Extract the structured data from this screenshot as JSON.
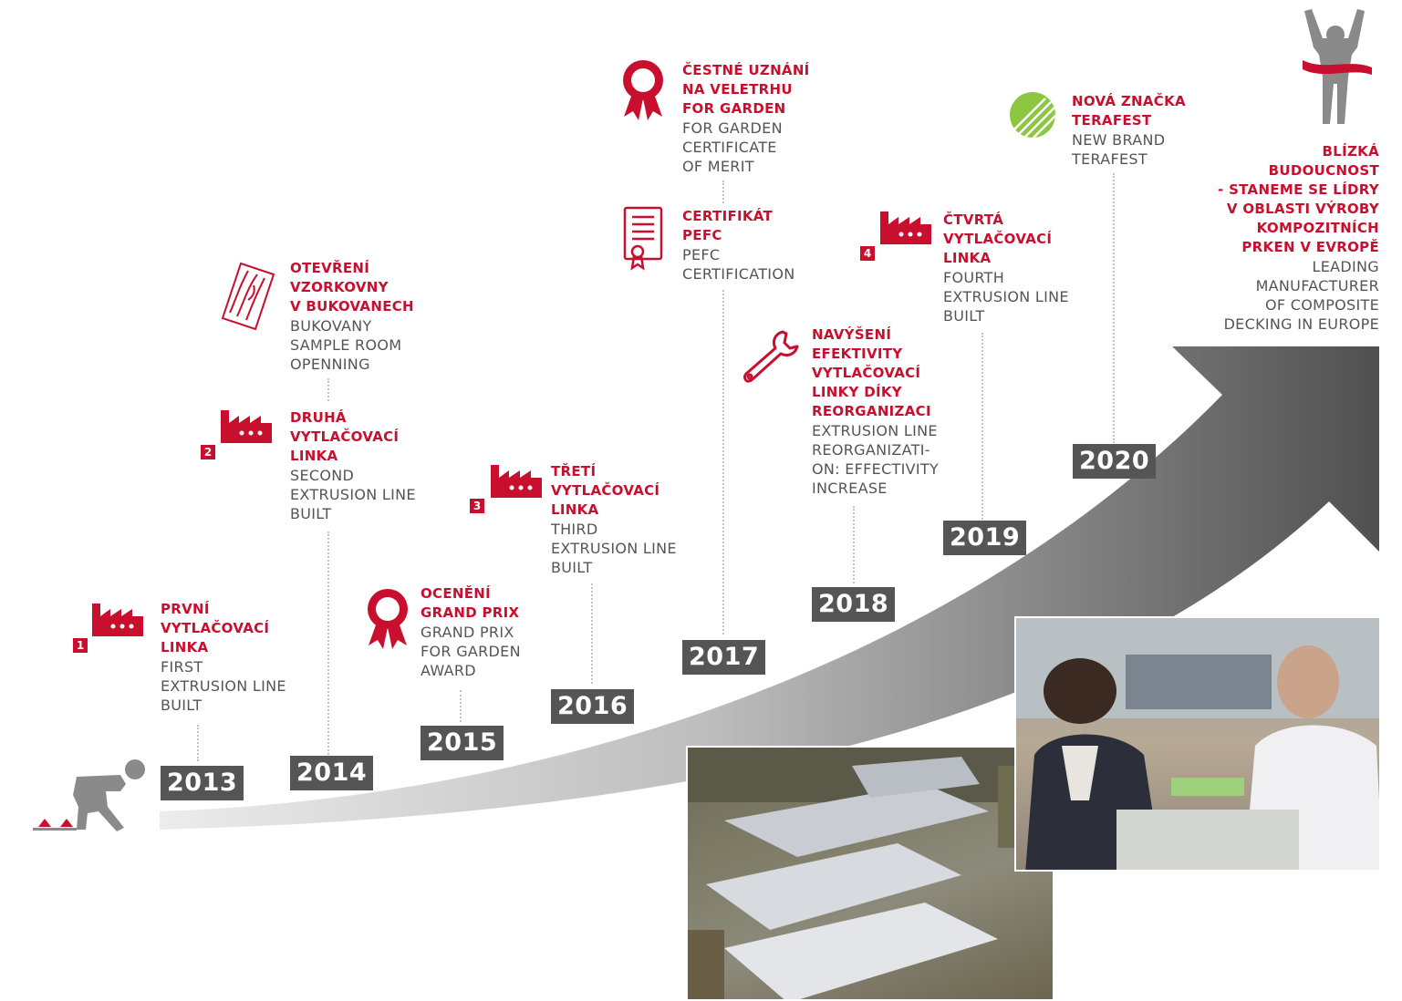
{
  "years": [
    "2013",
    "2014",
    "2015",
    "2016",
    "2017",
    "2018",
    "2019",
    "2020"
  ],
  "events": [
    {
      "title": "PRVNÍ\nVYTLAČOVACÍ\nLINKA",
      "subtitle": "FIRST\nEXTRUSION LINE\nBUILT",
      "badge": "1",
      "icon": "factory-icon"
    },
    {
      "title": "OTEVŘENÍ\nVZORKOVNY\nV BUKOVANECH",
      "subtitle": "BUKOVANY\nSAMPLE ROOM\nOPENNING",
      "icon": "wood-plank-icon"
    },
    {
      "title": "DRUHÁ\nVYTLAČOVACÍ\nLINKA",
      "subtitle": "SECOND\nEXTRUSION LINE\nBUILT",
      "badge": "2",
      "icon": "factory-icon"
    },
    {
      "title": "OCENĚNÍ\nGRAND PRIX",
      "subtitle": "GRAND PRIX\nFOR GARDEN\nAWARD",
      "icon": "award-rosette-icon"
    },
    {
      "title": "TŘETÍ\nVYTLAČOVACÍ\nLINKA",
      "subtitle": "THIRD\nEXTRUSION LINE\nBUILT",
      "badge": "3",
      "icon": "factory-icon"
    },
    {
      "title": "ČESTNÉ UZNÁNÍ\nNA VELETRHU\nFOR GARDEN",
      "subtitle": "FOR GARDEN\nCERTIFICATE\nOF MERIT",
      "icon": "award-rosette-icon"
    },
    {
      "title": "CERTIFIKÁT\nPEFC",
      "subtitle": "PEFC\nCERTIFICATION",
      "icon": "certificate-icon"
    },
    {
      "title": "NAVÝŠENÍ\nEFEKTIVITY\nVYTLAČOVACÍ\nLINKY DÍKY\nREORGANIZACI",
      "subtitle": "EXTRUSION LINE\nREORGANIZATI-\nON: EFFECTIVITY\nINCREASE",
      "icon": "wrench-icon"
    },
    {
      "title": "ČTVRTÁ\nVYTLAČOVACÍ\nLINKA",
      "subtitle": "FOURTH\nEXTRUSION LINE\nBUILT",
      "badge": "4",
      "icon": "factory-icon"
    },
    {
      "title": "NOVÁ ZNAČKA\nTERAFEST",
      "subtitle": "NEW BRAND\nTERAFEST",
      "icon": "terafest-logo-icon"
    },
    {
      "title": "BLÍZKÁ\nBUDOUCNOST\n- STANEME SE LÍDRY\nV OBLASTI VÝROBY\nKOMPOZITNÍCH\nPRKEN V EVROPĚ",
      "subtitle": "LEADING\nMANUFACTURER\nOF COMPOSITE\nDECKING IN EUROPE",
      "icon": "finish-runner-icon"
    }
  ],
  "icons": {
    "start": "starting-runner-icon",
    "finish": "finish-runner-icon"
  },
  "colors": {
    "accent": "#c8102e",
    "year_bg": "#555555",
    "text_grey": "#555555",
    "terafest_green": "#8dc63f"
  }
}
